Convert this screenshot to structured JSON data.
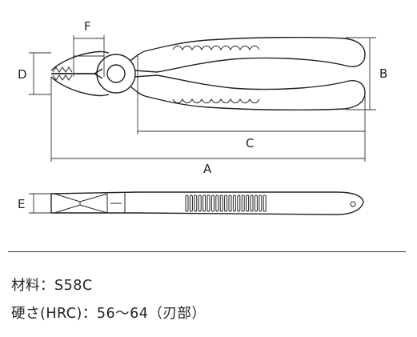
{
  "dimension_labels": {
    "A": "A",
    "B": "B",
    "C": "C",
    "D": "D",
    "E": "E",
    "F": "F"
  },
  "specs": {
    "material": "材料：S58C",
    "hardness": "硬さ(HRC)：56〜64（刃部）"
  }
}
